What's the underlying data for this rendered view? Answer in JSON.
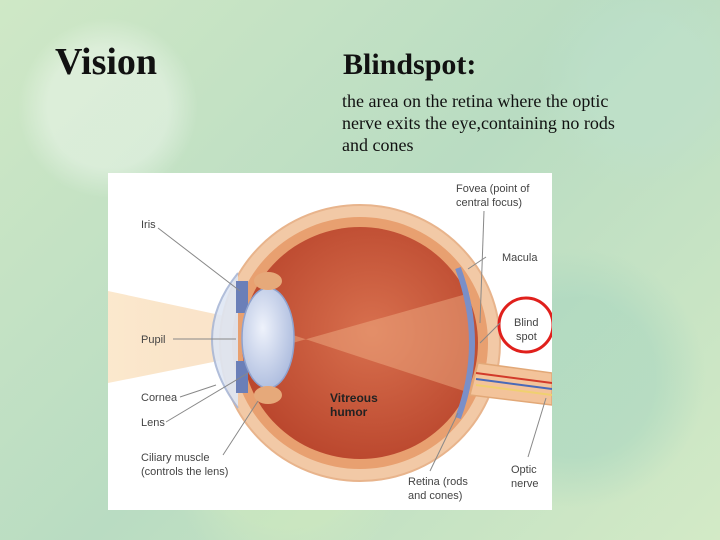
{
  "slide": {
    "title": "Vision",
    "heading": "Blindspot:",
    "definition": " the area on the retina where the optic nerve exits the eye,containing no rods and cones"
  },
  "diagram": {
    "labels": {
      "fovea_line1": "Fovea (point of",
      "fovea_line2": "central focus)",
      "iris": "Iris",
      "macula": "Macula",
      "blind_spot_line1": "Blind",
      "blind_spot_line2": "spot",
      "pupil": "Pupil",
      "cornea": "Cornea",
      "vitreous_line1": "Vitreous",
      "vitreous_line2": "humor",
      "lens": "Lens",
      "ciliary_line1": "Ciliary muscle",
      "ciliary_line2": "(controls the lens)",
      "optic_line1": "Optic",
      "optic_line2": "nerve",
      "retina_line1": "Retina (rods",
      "retina_line2": "and cones)"
    },
    "colors": {
      "eyeball_interior": "#c8563a",
      "sclera": "#f2c9a6",
      "blind_spot_circle": "#e0201c",
      "lens": "#c6d4ee"
    }
  }
}
